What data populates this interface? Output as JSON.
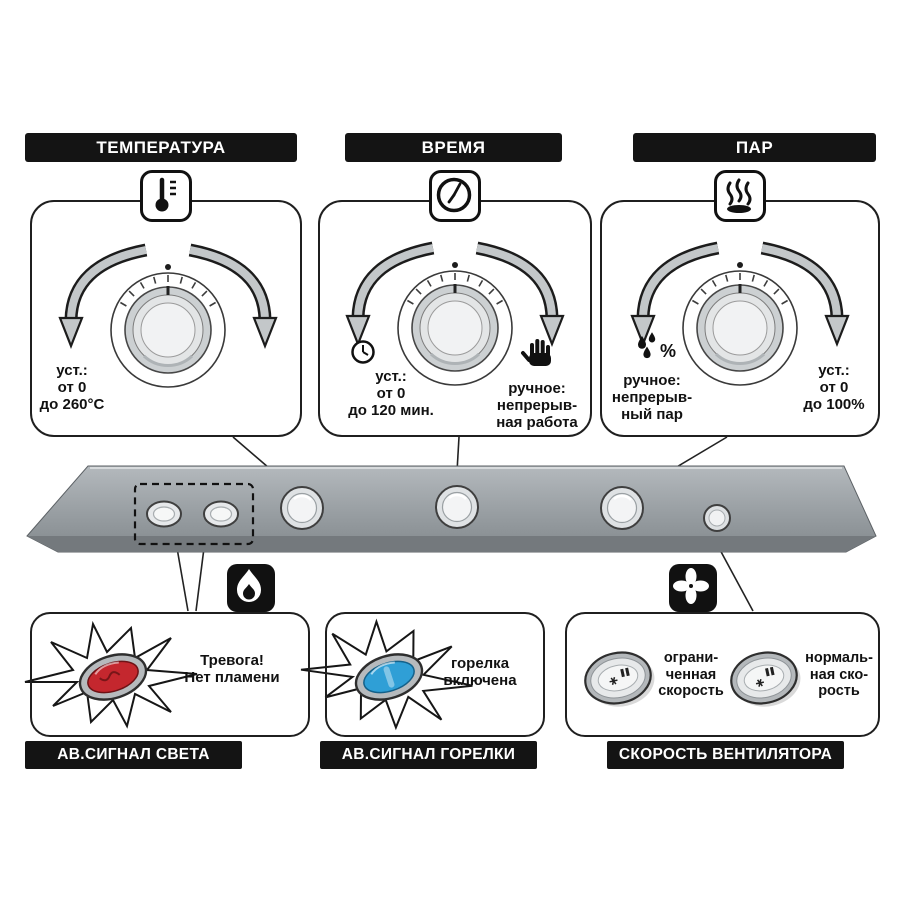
{
  "headers": {
    "temperature": "ТЕМПЕРАТУРА",
    "time": "ВРЕМЯ",
    "steam": "ПАР"
  },
  "temperature_panel": {
    "set": {
      "l1": "уст.:",
      "l2": "от 0",
      "l3": "до 260°C"
    }
  },
  "time_panel": {
    "set": {
      "l1": "уст.:",
      "l2": "от 0",
      "l3": "до 120 мин."
    },
    "manual": {
      "l1": "ручное:",
      "l2": "непрерыв-",
      "l3": "ная работа"
    }
  },
  "steam_panel": {
    "manual": {
      "l1": "ручное:",
      "l2": "непрерыв-",
      "l3": "ный пар"
    },
    "set": {
      "l1": "уст.:",
      "l2": "от 0",
      "l3": "до 100%"
    },
    "percent": "%"
  },
  "light_alarm": {
    "l1": "Тревога!",
    "l2": "Нет пламени",
    "label": "АВ.СИГНАЛ СВЕТА"
  },
  "burner_alarm": {
    "l1": "горелка",
    "l2": "включена",
    "label": "АВ.СИГНАЛ ГОРЕЛКИ"
  },
  "fan_speed": {
    "limited": {
      "l1": "ограни-",
      "l2": "ченная",
      "l3": "скорость"
    },
    "normal": {
      "l1": "нормаль-",
      "l2": "ная ско-",
      "l3": "рость"
    },
    "label": "СКОРОСТЬ ВЕНТИЛЯТОРА"
  },
  "colors": {
    "alarm_lamp": "#c4272e",
    "burner_lamp": "#2f9fd6",
    "label_bg": "#141414"
  }
}
